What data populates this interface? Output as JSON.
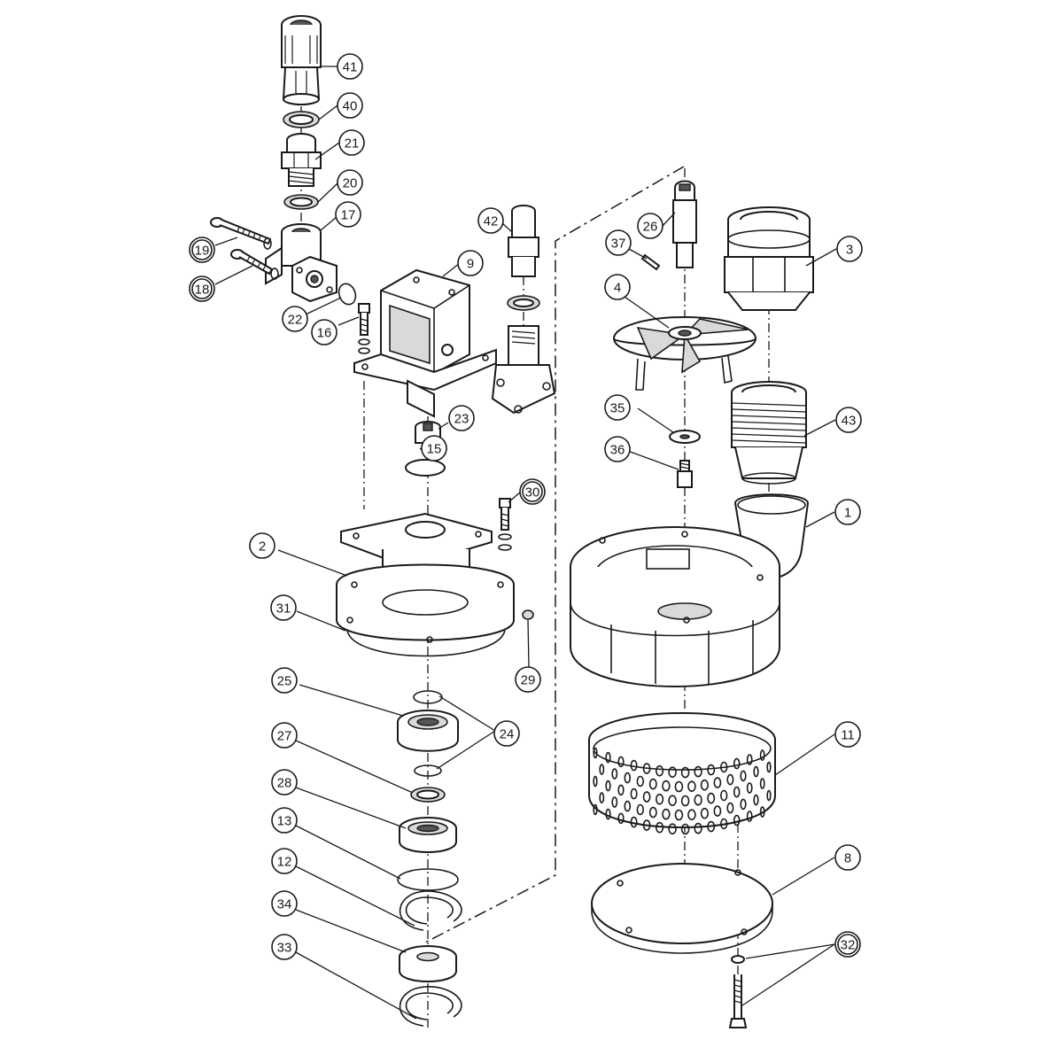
{
  "diagram": {
    "style": "exploded-parts-drawing",
    "line_color": "#1a1a1a",
    "background": "#ffffff",
    "callouts": [
      {
        "id": "c41",
        "label": "41",
        "double": false
      },
      {
        "id": "c40",
        "label": "40",
        "double": false
      },
      {
        "id": "c21",
        "label": "21",
        "double": false
      },
      {
        "id": "c20",
        "label": "20",
        "double": false
      },
      {
        "id": "c17",
        "label": "17",
        "double": false
      },
      {
        "id": "c19",
        "label": "19",
        "double": true
      },
      {
        "id": "c18",
        "label": "18",
        "double": true
      },
      {
        "id": "c22",
        "label": "22",
        "double": false
      },
      {
        "id": "c16",
        "label": "16",
        "double": false
      },
      {
        "id": "c9",
        "label": "9",
        "double": false
      },
      {
        "id": "c42",
        "label": "42",
        "double": false
      },
      {
        "id": "c23",
        "label": "23",
        "double": false
      },
      {
        "id": "c15",
        "label": "15",
        "double": false
      },
      {
        "id": "c30",
        "label": "30",
        "double": true
      },
      {
        "id": "c2",
        "label": "2",
        "double": false
      },
      {
        "id": "c31",
        "label": "31",
        "double": false
      },
      {
        "id": "c29",
        "label": "29",
        "double": false
      },
      {
        "id": "c25",
        "label": "25",
        "double": false
      },
      {
        "id": "c24",
        "label": "24",
        "double": false
      },
      {
        "id": "c27",
        "label": "27",
        "double": false
      },
      {
        "id": "c28",
        "label": "28",
        "double": false
      },
      {
        "id": "c13",
        "label": "13",
        "double": false
      },
      {
        "id": "c12",
        "label": "12",
        "double": false
      },
      {
        "id": "c34",
        "label": "34",
        "double": false
      },
      {
        "id": "c33",
        "label": "33",
        "double": false
      },
      {
        "id": "c26",
        "label": "26",
        "double": false
      },
      {
        "id": "c37",
        "label": "37",
        "double": false
      },
      {
        "id": "c3",
        "label": "3",
        "double": false
      },
      {
        "id": "c4",
        "label": "4",
        "double": false
      },
      {
        "id": "c35",
        "label": "35",
        "double": false
      },
      {
        "id": "c43",
        "label": "43",
        "double": false
      },
      {
        "id": "c36",
        "label": "36",
        "double": false
      },
      {
        "id": "c1",
        "label": "1",
        "double": false
      },
      {
        "id": "c11",
        "label": "11",
        "double": false
      },
      {
        "id": "c8",
        "label": "8",
        "double": false
      },
      {
        "id": "c32",
        "label": "32",
        "double": true
      }
    ]
  }
}
